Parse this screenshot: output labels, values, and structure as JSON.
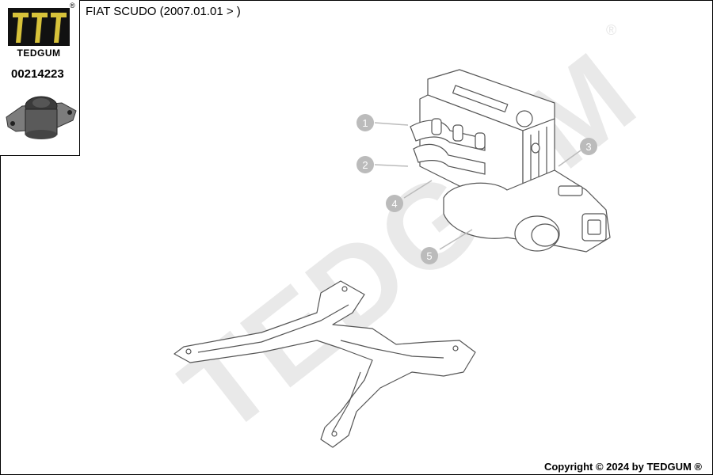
{
  "header": {
    "title": "FIAT SCUDO (2007.01.01 > )",
    "brand": "TEDGUM",
    "reg_mark": "®",
    "part_number": "00214223"
  },
  "callouts": [
    "1",
    "2",
    "3",
    "4",
    "5"
  ],
  "watermark": {
    "text": "TEDGUM",
    "reg_mark": "®"
  },
  "footer": {
    "copyright": "Copyright © 2024 by TEDGUM ®"
  },
  "colors": {
    "line": "#555555",
    "callout": "#bbbbbb",
    "watermark": "#e9e9e9"
  }
}
